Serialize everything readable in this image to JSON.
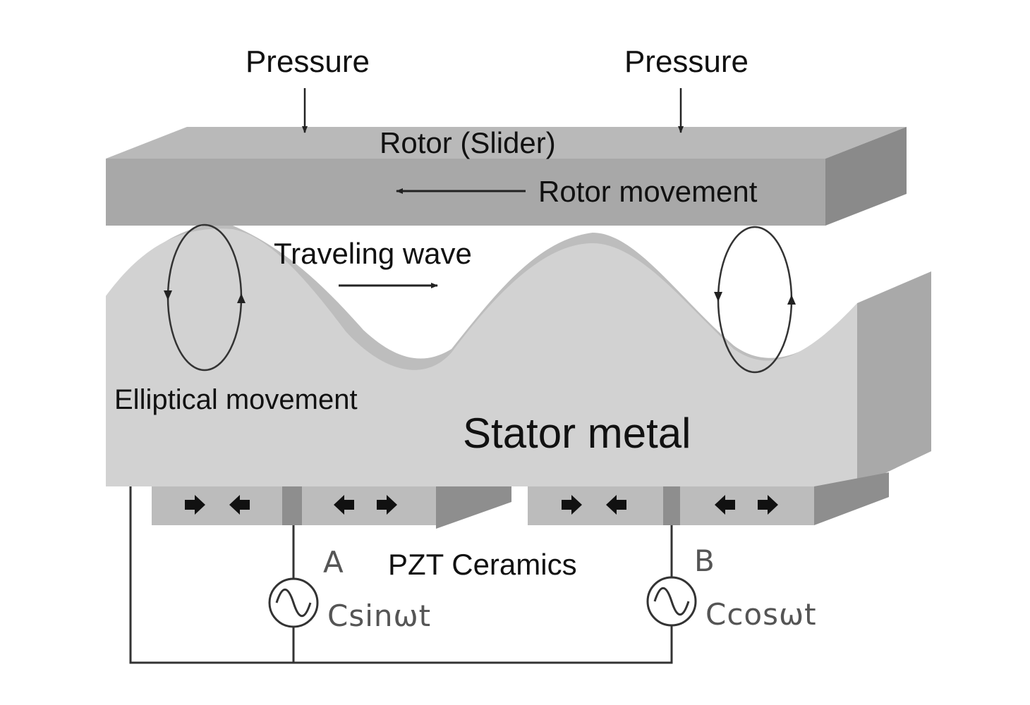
{
  "labels": {
    "pressure_left": "Pressure",
    "pressure_right": "Pressure",
    "rotor": "Rotor (Slider)",
    "rotor_movement": "Rotor movement",
    "traveling_wave": "Traveling wave",
    "elliptical_movement": "Elliptical movement",
    "stator": "Stator metal",
    "pzt": "PZT Ceramics",
    "source_a_name": "A",
    "source_a_signal": "Csinωt",
    "source_b_name": "B",
    "source_b_signal": "Ccosωt"
  },
  "colors": {
    "rotor_front": "#a8a8a8",
    "rotor_top": "#b9b9b9",
    "rotor_side": "#8a8a8a",
    "stator_front": "#d2d2d2",
    "stator_side": "#a9a9a9",
    "stator_wave_band": "#bdbdbd",
    "pzt_front": "#bcbcbc",
    "pzt_side": "#8e8e8e",
    "wire": "#333333"
  }
}
